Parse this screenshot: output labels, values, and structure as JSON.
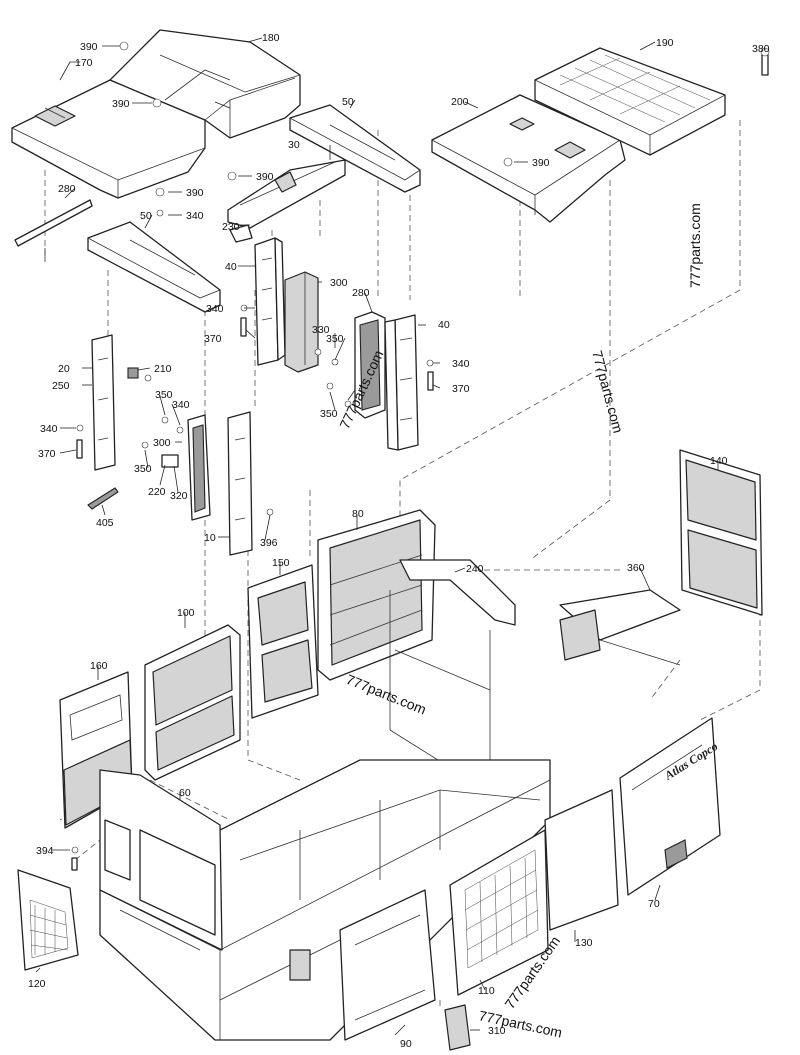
{
  "callouts": {
    "c10": "10",
    "c20": "20",
    "c30": "30",
    "c40a": "40",
    "c40b": "40",
    "c50a": "50",
    "c50b": "50",
    "c60": "60",
    "c70": "70",
    "c80": "80",
    "c90": "90",
    "c100": "100",
    "c110": "110",
    "c120": "120",
    "c130": "130",
    "c140": "140",
    "c150": "150",
    "c160": "160",
    "c170": "170",
    "c180": "180",
    "c190": "190",
    "c200": "200",
    "c210": "210",
    "c220": "220",
    "c230": "230",
    "c240": "240",
    "c250": "250",
    "c280a": "280",
    "c280b": "280",
    "c300a": "300",
    "c300b": "300",
    "c310": "310",
    "c320": "320",
    "c330": "330",
    "c340a": "340",
    "c340b": "340",
    "c340c": "340",
    "c340d": "340",
    "c340e": "340",
    "c350a": "350",
    "c350b": "350",
    "c350c": "350",
    "c350d": "350",
    "c360": "360",
    "c370a": "370",
    "c370b": "370",
    "c370c": "370",
    "c380": "380",
    "c390a": "390",
    "c390b": "390",
    "c390c": "390",
    "c390d": "390",
    "c390e": "390",
    "c394": "394",
    "c396": "396",
    "c405": "405"
  },
  "watermarks": {
    "w1": "777parts.com",
    "w2": "777parts.com",
    "w3": "777parts.com",
    "w4": "777parts.com",
    "w5": "777parts.com",
    "w6": "777parts.com"
  },
  "brand_logo_text": "Atlas Copco"
}
